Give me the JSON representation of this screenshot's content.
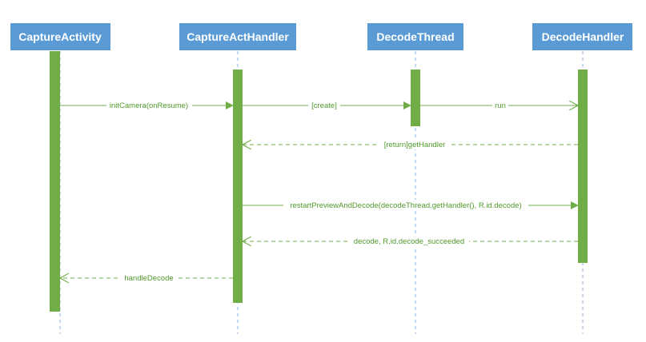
{
  "diagram": {
    "type": "sequence",
    "participants": [
      {
        "id": "capture_activity",
        "name": "CaptureActivity"
      },
      {
        "id": "capture_act_handler",
        "name": "CaptureActHandler"
      },
      {
        "id": "decode_thread",
        "name": "DecodeThread"
      },
      {
        "id": "decode_handler",
        "name": "DecodeHandler"
      }
    ],
    "messages": [
      {
        "from": "capture_activity",
        "to": "capture_act_handler",
        "label": "initCamera(onResume)",
        "style": "sync"
      },
      {
        "from": "capture_act_handler",
        "to": "decode_thread",
        "label": "[create]",
        "style": "sync"
      },
      {
        "from": "decode_thread",
        "to": "decode_handler",
        "label": "run",
        "style": "async"
      },
      {
        "from": "decode_handler",
        "to": "capture_act_handler",
        "label": "[return]getHandler",
        "style": "return"
      },
      {
        "from": "capture_act_handler",
        "to": "decode_handler",
        "label": "restartPreviewAndDecode(decodeThread.getHandler(), R.id.decode)",
        "style": "sync"
      },
      {
        "from": "decode_handler",
        "to": "capture_act_handler",
        "label": "decode, R.id.decode_succeeded",
        "style": "return"
      },
      {
        "from": "capture_act_handler",
        "to": "capture_activity",
        "label": "handleDecode",
        "style": "return"
      }
    ],
    "colors": {
      "header_fill": "#5b9bd5",
      "header_text": "#ffffff",
      "activation_fill": "#70ad47",
      "message_line": "#70ad47",
      "message_text": "#4e9a2a",
      "lifeline": "#8fb5dd"
    }
  }
}
